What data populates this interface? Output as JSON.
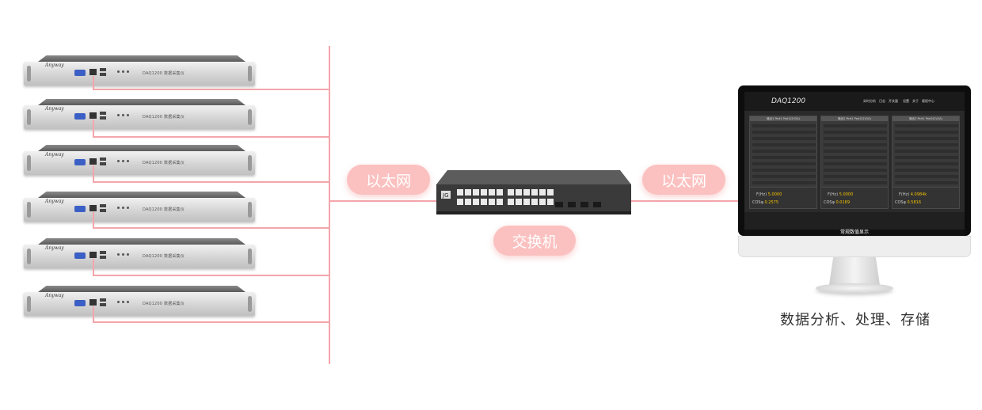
{
  "labels": {
    "ethernet_left": "以太网",
    "ethernet_right": "以太网",
    "switch": "交换机",
    "caption": "数据分析、处理、存储"
  },
  "rack": {
    "brand": "Anyway",
    "model": "DAQ1200 数据采集仪",
    "count": 6
  },
  "screen": {
    "app_title": "DAQ1200",
    "menu": [
      "实时分析",
      "日志",
      "开关量",
      "设置",
      "关于",
      "版权中心"
    ],
    "footer_label": "常规数值显示",
    "panels": [
      {
        "title": "输出1 Port1  Port2(2V2A)",
        "f_label": "F(Hz)",
        "f_value": "5.0000",
        "cos_label": "COSφ",
        "cos_value": "0.2575"
      },
      {
        "title": "输出2 Port1  Port2(2V2A)",
        "f_label": "F(Hz)",
        "f_value": "5.0000",
        "cos_label": "COSφ",
        "cos_value": "0.0169"
      },
      {
        "title": "输出3 Port1  Port2(2V2A)",
        "f_label": "F(Hz)",
        "f_value": "4.0984k",
        "cos_label": "COSφ",
        "cos_value": "0.5816"
      }
    ]
  },
  "colors": {
    "line": "#f4a6aa",
    "pill": "#fbc1c0",
    "vga_port": "#3b5fc4",
    "screen_value": "#f2c200"
  }
}
